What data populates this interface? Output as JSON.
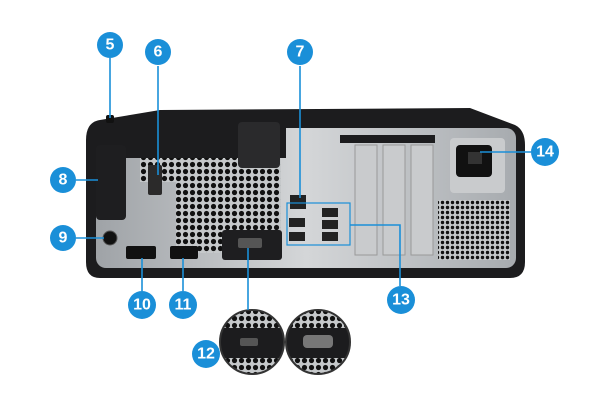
{
  "colors": {
    "callout": "#1a8fd8",
    "chassis": "#1c1c1e",
    "panel": "#b9bcbf"
  },
  "callouts": [
    {
      "id": "5",
      "label": "5"
    },
    {
      "id": "6",
      "label": "6"
    },
    {
      "id": "7",
      "label": "7"
    },
    {
      "id": "8",
      "label": "8"
    },
    {
      "id": "9",
      "label": "9"
    },
    {
      "id": "10",
      "label": "10"
    },
    {
      "id": "11",
      "label": "11"
    },
    {
      "id": "12",
      "label": "12"
    },
    {
      "id": "13",
      "label": "13"
    },
    {
      "id": "14",
      "label": "14"
    }
  ]
}
